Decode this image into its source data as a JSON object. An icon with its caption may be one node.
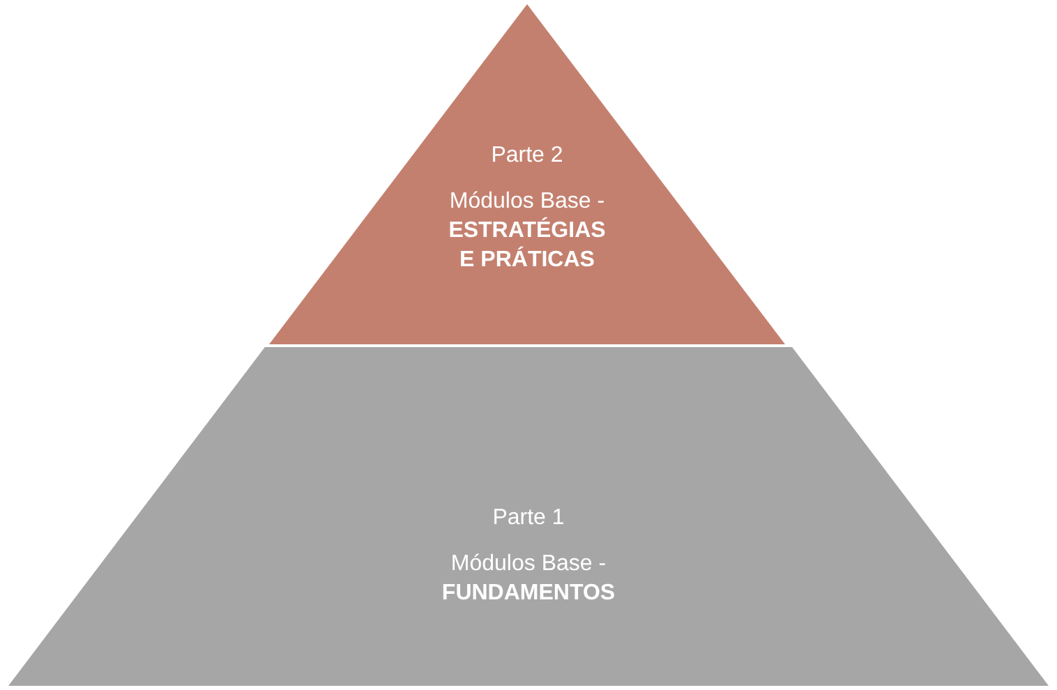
{
  "diagram": {
    "nodes": [
      {
        "text": [
          "Parte 2",
          "Módulos Base - **ESTRATÉGIAS E PRÁTICAS**"
        ]
      },
      {
        "text": [
          "Parte 1",
          "Módulos Base - **FUNDAMENTOS**"
        ]
      }
    ]
  }
}
